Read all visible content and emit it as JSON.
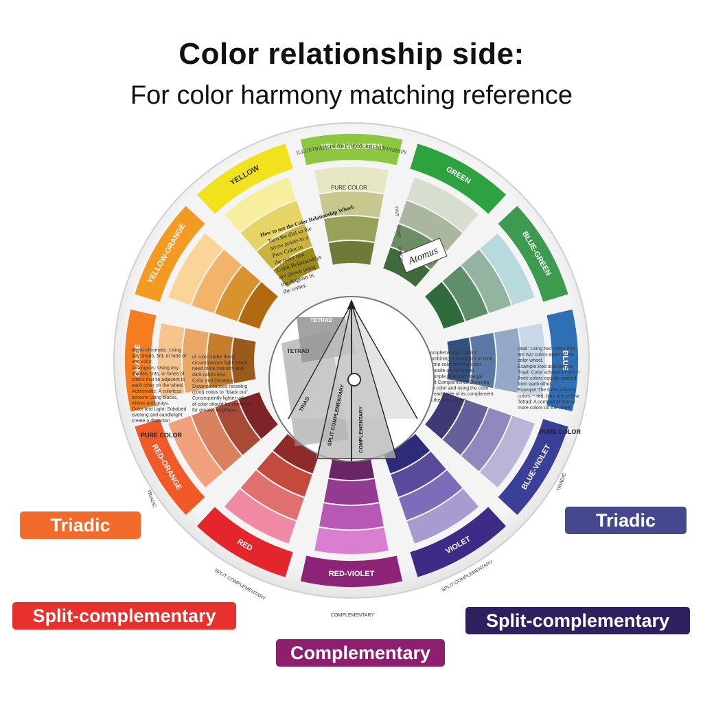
{
  "header": {
    "title": "Color relationship side:",
    "subtitle": "For color harmony matching reference"
  },
  "wheel": {
    "top_caption": "ILLUSTRATION OF COLOR RELATIONSHIPS",
    "brand": "Atomus",
    "pure_color": "PURE COLOR",
    "tint": "TINT",
    "tone": "TONE",
    "shade": "SHADE",
    "segments": [
      {
        "name": "YELLOW-GREEN",
        "color": "#8DC63F",
        "tints": [
          "#E6E6C2",
          "#C6C88E",
          "#99A05A",
          "#6E7A38"
        ]
      },
      {
        "name": "GREEN",
        "color": "#2DA340",
        "tints": [
          "#D8DECF",
          "#A9B79E",
          "#6C8E62",
          "#3F6B3C"
        ]
      },
      {
        "name": "BLUE-GREEN",
        "color": "#3C9B4E",
        "tints": [
          "#B8D9DD",
          "#94B4A2",
          "#5E8E6A",
          "#2F6B3C"
        ]
      },
      {
        "name": "BLUE",
        "color": "#2F6FB5",
        "tints": [
          "#C9D8E8",
          "#93A9C8",
          "#5B77A3",
          "#34507E"
        ]
      },
      {
        "name": "BLUE-VIOLET",
        "color": "#3A3F97",
        "tints": [
          "#B9B5D6",
          "#8F89BD",
          "#65609A",
          "#3E3A73"
        ]
      },
      {
        "name": "VIOLET",
        "color": "#3F2A86",
        "tints": [
          "#A79BD0",
          "#7E6CBB",
          "#5A4A9C",
          "#2E2B7A"
        ]
      },
      {
        "name": "RED-VIOLET",
        "color": "#8E2477",
        "tints": [
          "#D97FD2",
          "#B858B5",
          "#933A92",
          "#6A2566"
        ]
      },
      {
        "name": "RED",
        "color": "#E2262C",
        "tints": [
          "#F08AA4",
          "#E07070",
          "#C24B3E",
          "#8E2A2A"
        ]
      },
      {
        "name": "RED-ORANGE",
        "color": "#EF5A28",
        "tints": [
          "#F1A07C",
          "#D9805E",
          "#A84A36",
          "#7C2428"
        ]
      },
      {
        "name": "ORANGE",
        "color": "#F47D20",
        "tints": [
          "#F7C48E",
          "#E9A766",
          "#C67C2B",
          "#9A5A1B"
        ]
      },
      {
        "name": "YELLOW-ORANGE",
        "color": "#F39A22",
        "tints": [
          "#FBD49A",
          "#F1B46A",
          "#D8922E",
          "#B26A12"
        ]
      },
      {
        "name": "YELLOW",
        "color": "#F2E21E",
        "tints": [
          "#F7EE9E",
          "#E6D565",
          "#C9B33A",
          "#9E8A18"
        ]
      }
    ],
    "directions": {
      "title": "How to use the Color Relationship Wheel:",
      "lines": [
        "Turn the dial so the",
        "arrow points to a",
        "Pure Color in",
        "the outer row.",
        "Color Relationships",
        "are shown using",
        "the diagram in",
        "the center."
      ]
    },
    "left_text": {
      "col1": [
        "Mono-chromatic: Using",
        "any shade, tint, or tone of",
        "one color.",
        "Analogous: Using any",
        "shades, tints, or tones of",
        "colors that lie adjacent to",
        "each other on the wheel.",
        "Achromatic: A colorless",
        "scheme using blacks,",
        "whites and grays.",
        "Color and Light: Subdued",
        "evening and candlelight",
        "create a distortion"
      ],
      "col2": [
        "of color.Under these",
        "circumstances light colors",
        "need more intensity and",
        "dark colors less.",
        "Color and Distance:",
        "Distance causes receding",
        "(cool) colors to \"black out\".",
        "Consequently lighter values",
        "of color should be improved",
        "for greater emphasis."
      ]
    },
    "right_text": {
      "col1": [
        "Complementary Colors:",
        "Combining a shade,tint or tone",
        "of one color and the color",
        "opposite on the wheel.",
        "Example.Blue and orange.",
        "Split Complements:Choosing",
        "one color and using the color",
        "on each side of its complement",
        "on the color wheel."
      ],
      "col2": [
        "Diad: Using two colors that",
        "are two colors apart on the",
        "color wheel.",
        "Example.Red and orange.",
        "Triad: Color scheme in which",
        "three colors equally spaced",
        "from each other.",
        "Example:The three primary",
        "colors -- red, blue and yellow",
        "Tetrad: A contrast of four or",
        "more colors on the wheel."
      ]
    },
    "dial": {
      "tetrad": "TETRAD",
      "triad": "TRIAD",
      "split": "SPLIT COMPLEMENTARY",
      "complementary": "COMPLEMENTARY"
    },
    "bottom_labels": {
      "split_left": "SPLIT-COMPLEMENTARY",
      "split_right": "SPLIT-COMPLEMENTARY",
      "complementary": "COMPLEMENTARY",
      "triadic_left": "TRIADIC",
      "triadic_right": "TRIADIC"
    }
  },
  "tags": {
    "triadic_left": "Triadic",
    "triadic_right": "Triadic",
    "split_left": "Split-complementary",
    "split_right": "Split-complementary",
    "complementary": "Complementary"
  }
}
